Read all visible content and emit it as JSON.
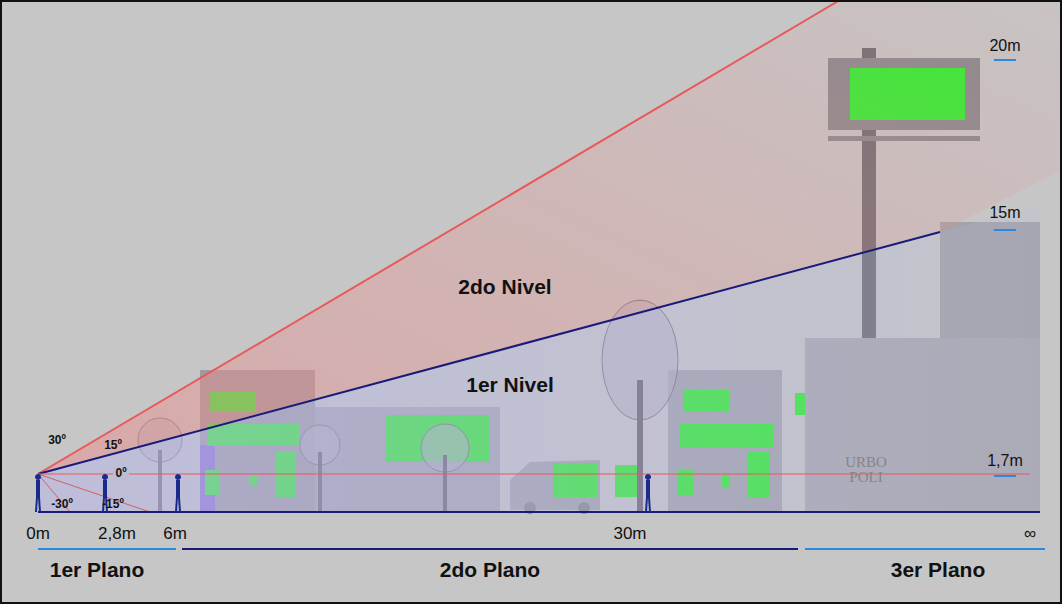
{
  "diagram": {
    "labels": [
      "20m",
      "2do Nivel",
      "15m",
      "1er Nivel",
      "30º",
      "15º",
      "0º",
      "1,7m",
      "URBO POLI",
      "-30º",
      "-15º",
      "0m",
      "2,8m",
      "6m",
      "30m",
      "∞",
      "1er Plano",
      "2do Plano",
      "3er Plano"
    ]
  }
}
